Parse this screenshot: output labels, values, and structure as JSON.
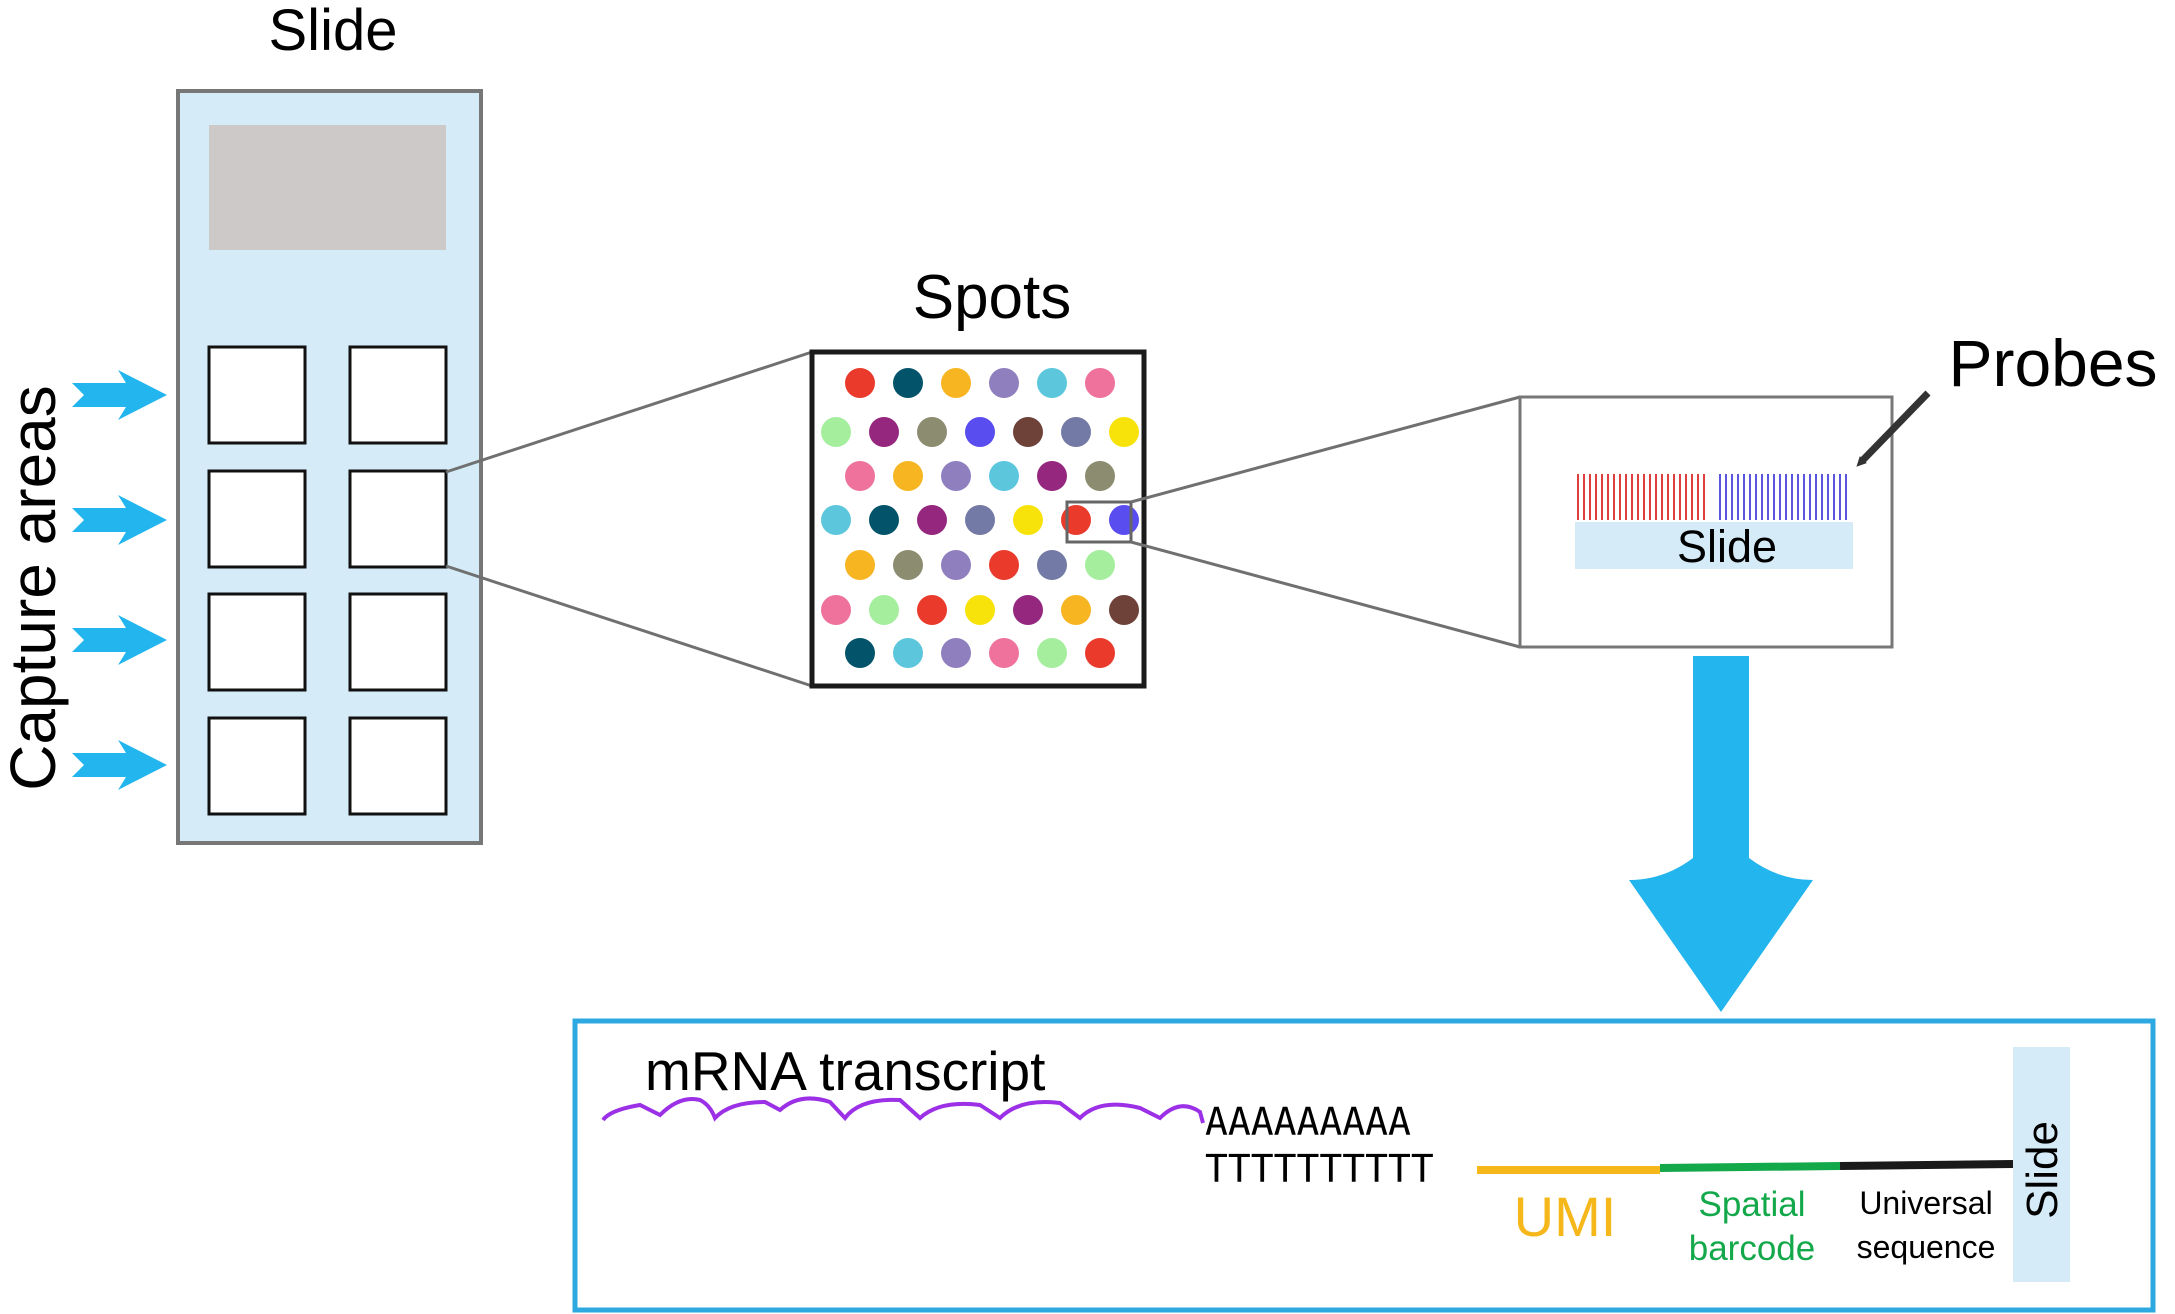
{
  "labels": {
    "slide_title": "Slide",
    "capture_areas": "Capture areas",
    "spots_title": "Spots",
    "probes_title": "Probes",
    "probe_slide": "Slide",
    "mrna": "mRNA transcript",
    "polyA": "AAAAAAAAA",
    "polyT": "TTTTTTTTTT",
    "umi": "UMI",
    "spatial_line1": "Spatial",
    "spatial_line2": "barcode",
    "universal_line1": "Universal",
    "universal_line2": "sequence",
    "bottom_slide": "Slide"
  },
  "colors": {
    "slide_fill": "#d5ecf8",
    "slide_border": "#777777",
    "label_area": "#cdc9c9",
    "accent_arrow": "#22b5ee",
    "connector": "#707070",
    "probe_red": "#e0403b",
    "probe_blue": "#5b55e0",
    "mrna": "#9b30e6",
    "umi": "#f5b71a",
    "barcode": "#13a84a",
    "universal": "#1a1a1a",
    "panel_border": "#2ea8e0"
  },
  "spots": [
    [
      "#ea3a2b",
      "#03546b",
      "#f7b521",
      "#8f7fbf",
      "#5cc6dc",
      "#ee729b"
    ],
    [
      "#a4ee9e",
      "#95277f",
      "#8c8c70",
      "#5a4df0",
      "#6f4239",
      "#737aa5",
      "#f7e20a"
    ],
    [
      "#ee729b",
      "#f7b521",
      "#8f7fbf",
      "#5cc6dc",
      "#95277f",
      "#8c8c70"
    ],
    [
      "#5cc6dc",
      "#03546b",
      "#95277f",
      "#737aa5",
      "#f7e20a",
      "#ea3a2b",
      "#5a4df0"
    ],
    [
      "#f7b521",
      "#8c8c70",
      "#8f7fbf",
      "#ea3a2b",
      "#737aa5",
      "#a4ee9e"
    ],
    [
      "#ee729b",
      "#a4ee9e",
      "#ea3a2b",
      "#f7e20a",
      "#95277f",
      "#f7b521",
      "#6f4239"
    ],
    [
      "#03546b",
      "#5cc6dc",
      "#8f7fbf",
      "#ee729b",
      "#a4ee9e",
      "#ea3a2b"
    ]
  ]
}
